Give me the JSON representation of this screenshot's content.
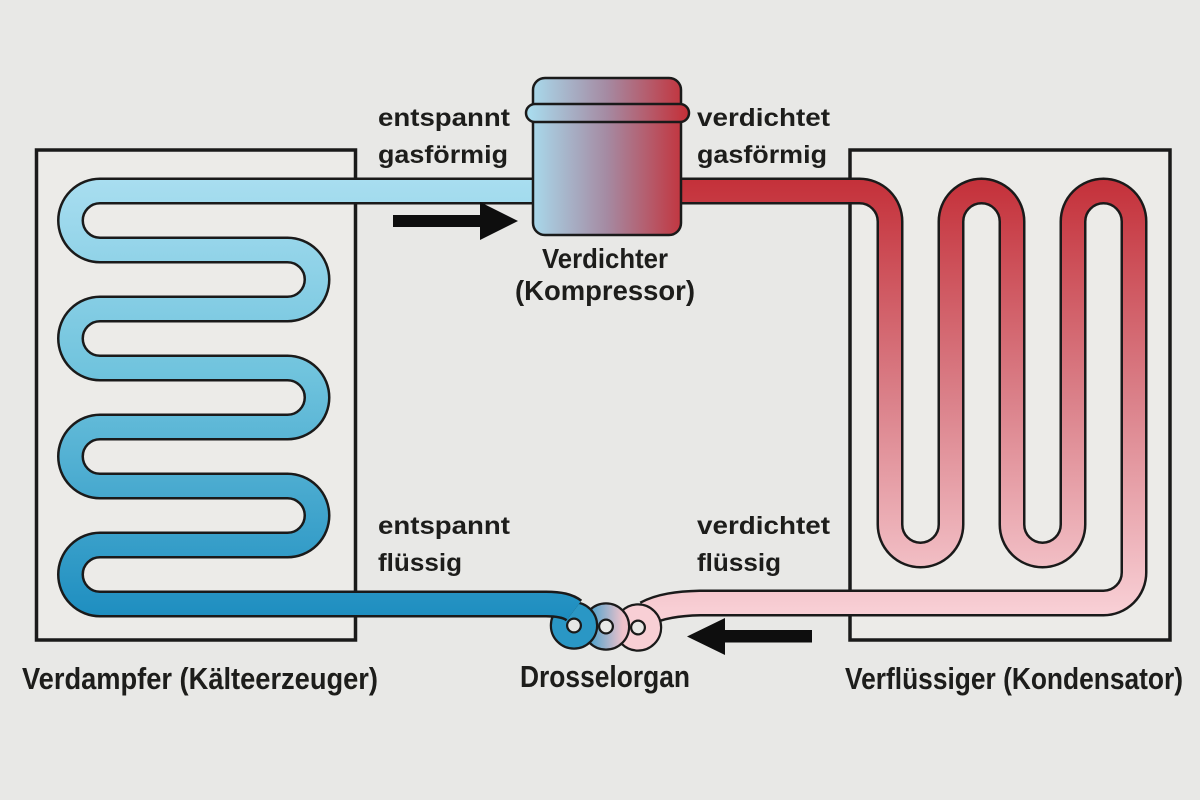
{
  "components": {
    "evaporator": {
      "label": "Verdampfer (Kälteerzeuger)"
    },
    "compressor": {
      "label_line1": "Verdichter",
      "label_line2": "(Kompressor)"
    },
    "condenser": {
      "label": "Verflüssiger (Kondensator)"
    },
    "throttle": {
      "label": "Drosselorgan"
    }
  },
  "state_labels": {
    "top_left": {
      "line1": "entspannt",
      "line2": "gasförmig"
    },
    "top_right": {
      "line1": "verdichtet",
      "line2": "gasförmig"
    },
    "bottom_left": {
      "line1": "entspannt",
      "line2": "flüssig"
    },
    "bottom_right": {
      "line1": "verdichtet",
      "line2": "flüssig"
    }
  },
  "icons": {
    "top_flow_arrow": "arrow-right",
    "bottom_flow_arrow": "arrow-left"
  },
  "colors": {
    "background": "#e8e8e6",
    "box_fill": "#ecebe8",
    "outline": "#1a1a1a",
    "text": "#1d1d1b",
    "arrow": "#0e0e0e",
    "cold_gas": "#a9def0",
    "cold_mid": "#6fc3dd",
    "cold_liquid": "#1e8ec0",
    "hot_gas": "#c43039",
    "hot_mid": "#da7f88",
    "hot_liquid": "#f8cfd5",
    "compressor_mid": "#a58aa2",
    "throttle_cold": "#2a97c5",
    "throttle_warm": "#f8cfd5",
    "throttle_mix_cold": "#4aa2cc",
    "throttle_mix_warm": "#efc2cb"
  }
}
